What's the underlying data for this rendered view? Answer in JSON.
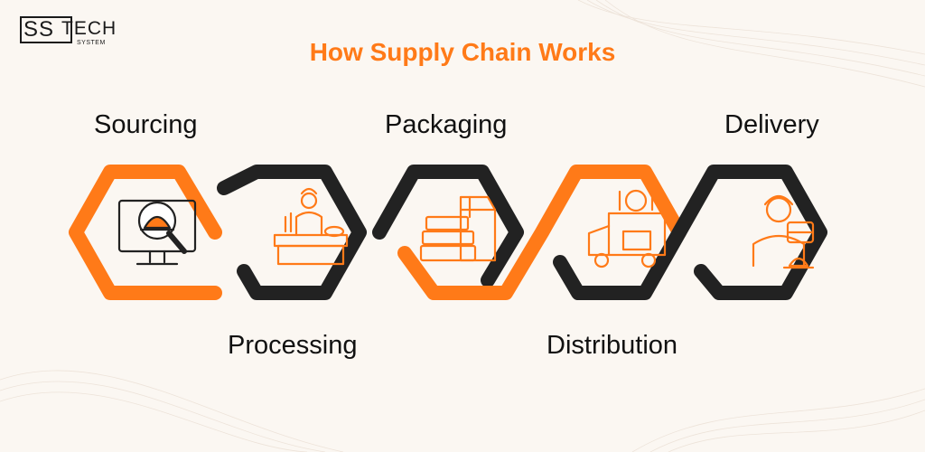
{
  "logo": {
    "ss": "SS",
    "tech": "TECH",
    "system": "SYSTEM"
  },
  "title": "How Supply Chain Works",
  "colors": {
    "accent": "#ff7a18",
    "dark": "#222222",
    "background": "#fbf7f2"
  },
  "steps": [
    {
      "label": "Sourcing",
      "icon": "monitor-magnifier-cloche-icon",
      "color": "#ff7a18"
    },
    {
      "label": "Processing",
      "icon": "chef-cooking-icon",
      "color": "#222222"
    },
    {
      "label": "Packaging",
      "icon": "food-containers-bag-icon",
      "color": "#222222"
    },
    {
      "label": "Distribution",
      "icon": "food-truck-icon",
      "color": "#ff7a18"
    },
    {
      "label": "Delivery",
      "icon": "delivery-person-icon",
      "color": "#222222"
    }
  ]
}
